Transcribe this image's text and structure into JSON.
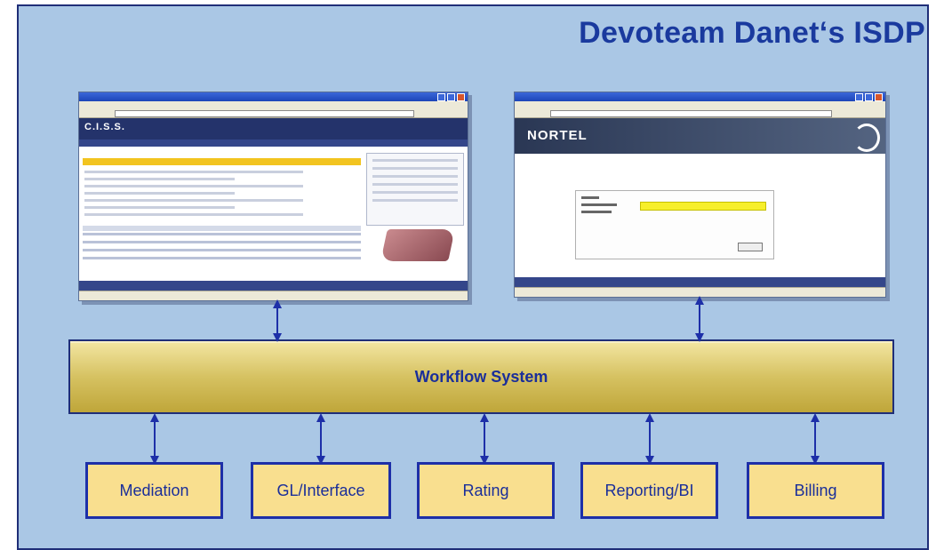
{
  "title": "Devoteam Danet‘s ISDP",
  "workflow": {
    "label": "Workflow System"
  },
  "modules": [
    {
      "label": "Mediation"
    },
    {
      "label": "GL/Interface"
    },
    {
      "label": "Rating"
    },
    {
      "label": "Reporting/BI"
    },
    {
      "label": "Billing"
    }
  ],
  "screenshots": [
    {
      "name": "ciss-admin-screenshot",
      "logo": "C.I.S.S."
    },
    {
      "name": "nortel-login-screenshot",
      "logo": "NORTEL"
    }
  ],
  "colors": {
    "background": "#aac7e5",
    "title": "#1a3a9e",
    "workflow_fill": "#d6c262",
    "module_fill": "#f9df8f",
    "border": "#1d2fa8",
    "arrow": "#1d2fa8"
  },
  "icons": [
    "double-arrow-icon"
  ]
}
